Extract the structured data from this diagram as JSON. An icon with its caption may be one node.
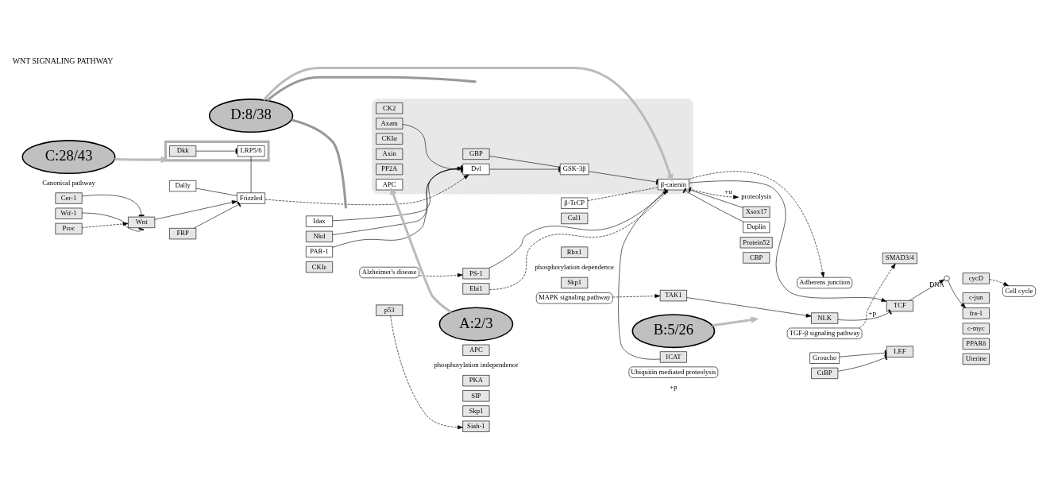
{
  "diagram": {
    "title": "WNT SIGNALING PATHWAY",
    "nodes": [
      {
        "text": [
          "Proc"
        ]
      },
      {
        "text": [
          "Wnt"
        ]
      },
      {
        "text": [
          "FRP"
        ]
      },
      {
        "text": [
          "Dally"
        ]
      },
      {
        "text": [
          "Frizzled"
        ]
      },
      {
        "text": [],
        "shape": "parallelogram"
      },
      {
        "text": [
          "LRP5/6"
        ],
        "in": 5
      },
      {
        "text": [
          "Dkk"
        ],
        "in": 5
      },
      {
        "text": [
          "Cer-1"
        ]
      },
      {
        "text": [
          "Wif-1"
        ]
      },
      {
        "text": [
          "Idax"
        ]
      },
      {
        "text": [
          "CKIε"
        ]
      },
      {
        "text": [],
        "shape": "box"
      },
      {
        "text": [
          "Dvl"
        ],
        "in": 12
      },
      {
        "text": [
          "GBP"
        ],
        "in": 12
      },
      {
        "text": [
          "Axam"
        ],
        "in": 12
      },
      {
        "text": [
          "CK2"
        ],
        "in": 12
      },
      {
        "text": [
          "GSK-3β"
        ],
        "in": 12
      },
      {
        "text": [
          "β-catenin"
        ],
        "in": 12
      },
      {
        "text": [
          "APC"
        ],
        "in": 12
      },
      {
        "text": [
          "PP2A"
        ],
        "in": 12
      },
      {
        "text": [
          "CKIα"
        ],
        "in": 12
      },
      {
        "text": [
          "Axin"
        ],
        "in": 12
      },
      {
        "text": [
          "Alzheimer's disease"
        ]
      },
      {
        "text": [
          "PS-1"
        ]
      },
      {
        "text": [
          "PKA"
        ]
      },
      {
        "text": [
          "MAPK signaling pathway"
        ]
      },
      {
        "text": [
          "TAK1"
        ]
      },
      {
        "text": [
          "Adherens junction"
        ]
      },
      {
        "text": [
          "NLK"
        ]
      },
      {
        "text": [
          "Duplin"
        ]
      },
      {
        "text": [
          "CBP"
        ]
      },
      {
        "text": [
          "Protein52"
        ]
      },
      {
        "text": [
          "TCF"
        ]
      },
      {
        "text": [
          "LEF"
        ]
      },
      {
        "text": [
          "SMAD3/4"
        ]
      },
      {
        "text": [
          "ICAT"
        ]
      },
      {
        "text": [
          "Xsox17"
        ]
      },
      {
        "text": [
          "CtBP"
        ]
      },
      {
        "text": [
          "Groucho"
        ]
      },
      {
        "text": [],
        "shape": "circle",
        "beside": [
          "DNA"
        ]
      },
      {
        "text": [
          "c-myc"
        ]
      },
      {
        "text": [
          "c-jun"
        ]
      },
      {
        "text": [
          "fra-1"
        ]
      },
      {
        "text": [
          "cycD"
        ]
      },
      {
        "text": [
          "PPARδ"
        ]
      },
      {
        "text": [
          "Uterine"
        ]
      },
      {
        "text": [
          "Cell cycle"
        ]
      },
      {
        "text": [
          "PAR-1"
        ]
      },
      {
        "text": [
          "Nkd"
        ]
      },
      {
        "text": [
          "p53"
        ]
      },
      {
        "text": [
          "Siah-1"
        ]
      },
      {
        "text": [
          "SIP"
        ]
      },
      {
        "text": [
          "Skp1"
        ]
      },
      {
        "text": [
          "APC"
        ]
      },
      {
        "text": [
          "Ebi1"
        ]
      },
      {
        "text": [
          "β-TrCP"
        ]
      },
      {
        "text": [
          "Skp1"
        ]
      },
      {
        "text": [
          "Cul1"
        ]
      },
      {
        "text": [
          "Rbx1"
        ]
      },
      {
        "text": [
          "Ubiquitin mediated proteolysis"
        ]
      },
      {
        "text": [
          "TGF-β signaling pathway"
        ]
      },
      {
        "text": [
          "proteolysis"
        ]
      },
      {
        "text": [
          "D:8/38"
        ]
      },
      {
        "text": [
          "B:5/26"
        ]
      },
      {
        "text": [
          "C:28/43"
        ]
      },
      {
        "text": [
          "A:2/3"
        ]
      }
    ],
    "edges": [
      {
        "from": 0,
        "to": 1,
        "arrow": "to",
        "style": "dashed"
      },
      {
        "from": 1,
        "to": 4,
        "arrow": "to"
      },
      {
        "from": 2,
        "to": 4,
        "arrow": "other"
      },
      {
        "from": 8,
        "to": 1,
        "arrow": "other"
      },
      {
        "from": 9,
        "to": 1,
        "arrow": "other"
      },
      {
        "from": 3,
        "to": 4,
        "arrow": "none"
      },
      {
        "from": 4,
        "to": 6,
        "arrow": "none"
      },
      {
        "from": 7,
        "to": 6,
        "arrow": "other"
      },
      {
        "from": 4,
        "to": 13,
        "arrow": "to",
        "style": "dashed"
      },
      {
        "from": 10,
        "to": 13,
        "arrow": "other"
      },
      {
        "from": 15,
        "to": 13,
        "arrow": "other"
      },
      {
        "from": 49,
        "to": 13,
        "arrow": "other"
      },
      {
        "from": 48,
        "to": 13,
        "arrow": "to"
      },
      {
        "from": 13,
        "to": 17,
        "arrow": "other"
      },
      {
        "from": 14,
        "to": 17,
        "arrow": "none"
      },
      {
        "from": 17,
        "to": 18,
        "arrow": "other"
      },
      {
        "from": 24,
        "to": 18,
        "arrow": "to"
      },
      {
        "from": 23,
        "to": 24,
        "arrow": "to",
        "style": "dashed"
      },
      {
        "from": 18,
        "to": 28,
        "arrow": "to",
        "style": "dashed"
      },
      {
        "from": 26,
        "to": 27,
        "arrow": "to",
        "style": "dashed"
      },
      {
        "from": 27,
        "to": 29,
        "arrow": "to"
      },
      {
        "from": 29,
        "to": 33,
        "arrow": "other",
        "label": "+p"
      },
      {
        "from": 18,
        "to": 33,
        "arrow": "to"
      },
      {
        "from": 30,
        "to": 18,
        "arrow": "other"
      },
      {
        "from": 36,
        "to": 18,
        "arrow": "other"
      },
      {
        "from": 37,
        "to": 18,
        "arrow": "other"
      },
      {
        "from": 61,
        "to": 35,
        "arrow": "to",
        "style": "dashed"
      },
      {
        "from": 38,
        "to": 34,
        "arrow": "other"
      },
      {
        "from": 39,
        "to": 34,
        "arrow": "other"
      },
      {
        "from": 33,
        "to": 40,
        "arrow": "to"
      },
      {
        "from": 40,
        "to": 43,
        "arrow": "to"
      },
      {
        "from": 44,
        "to": 47,
        "arrow": "to",
        "style": "dashed"
      },
      {
        "from": 50,
        "to": 51,
        "arrow": "to",
        "style": "dashed"
      },
      {
        "from": 56,
        "to": 18,
        "arrow": "none",
        "style": "dashed"
      },
      {
        "from": 55,
        "to": 18,
        "arrow": "none",
        "style": "dashed"
      },
      {
        "from": 18,
        "to": 62,
        "arrow": "to",
        "style": "dashed",
        "label": "+u"
      },
      {
        "from": 63,
        "to": 18,
        "arrow": "to",
        "style": "thick",
        "color": "#bbbbbb"
      },
      {
        "from": 63,
        "to": null,
        "arrow": "none",
        "style": "thick",
        "color": "#999999"
      },
      {
        "from": 63,
        "to": null,
        "arrow": "none",
        "style": "thick",
        "color": "#999999"
      },
      {
        "from": 64,
        "to": null,
        "arrow": "to",
        "style": "thick",
        "color": "#bbbbbb"
      },
      {
        "from": 65,
        "to": 5,
        "arrow": "to",
        "style": "thick",
        "color": "#bbbbbb"
      },
      {
        "from": 66,
        "to": 19,
        "arrow": "to",
        "style": "thick",
        "color": "#bbbbbb"
      }
    ],
    "labels": [
      "Canonical pathway",
      "+p",
      "phosphorylation dependence",
      "phosphorylation independence"
    ]
  }
}
